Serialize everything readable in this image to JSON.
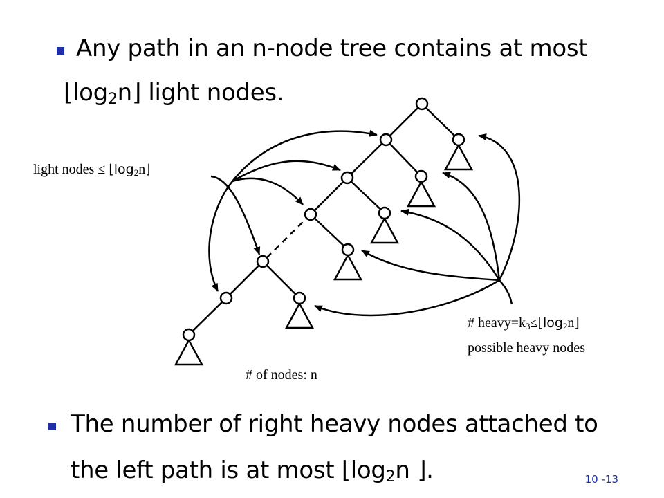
{
  "bullet1": {
    "line1": "Any path in an n-node tree contains at most",
    "line2_floor_open": "⌊",
    "line2_log": "log",
    "line2_sub": "2",
    "line2_n": "n",
    "line2_floor_close": "⌋",
    "line2_rest": " light nodes."
  },
  "label_light": {
    "prefix": "light nodes ≤ ",
    "floor_open": "⌊",
    "log": "log",
    "sub": "2",
    "n": "n",
    "floor_close": "⌋"
  },
  "label_heavy": {
    "prefix": "# heavy=k",
    "k_sub": "3",
    "leq": "≤",
    "floor_open": "⌊",
    "log": "log",
    "sub": "2",
    "n": "n",
    "floor_close": "⌋",
    "line2": "possible heavy nodes"
  },
  "label_nodes": "# of nodes: n",
  "bullet2": {
    "line1": "The number of right heavy nodes attached to",
    "line2_prefix": "the left path is at most ",
    "floor_open": "⌊",
    "log": "log",
    "sub": "2",
    "n": "n ",
    "floor_close": "⌋",
    "end": "."
  },
  "page_number": "10 -13",
  "colors": {
    "bullet": "#1f2fa8"
  }
}
